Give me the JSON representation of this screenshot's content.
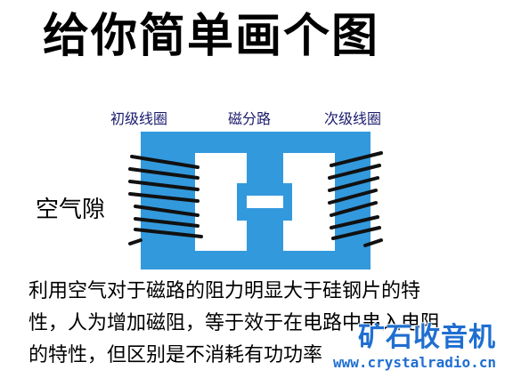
{
  "title": "给你简单画个图",
  "labels": {
    "primary_coil": "初级线圈",
    "magnetic_path": "磁分路",
    "secondary_coil": "次级线圈",
    "air_gap": "空气隙"
  },
  "description": [
    "利用空气对于磁路的阻力明显大于硅钢片的特",
    "性，人为增加磁阻，等于效于在电路中串入电阻",
    "的特性，但区别是不消耗有功功率"
  ],
  "watermark": {
    "brand": "矿石收音机",
    "url": "www.crystalradio.cn"
  },
  "colors": {
    "core": "#3399dd",
    "coil": "#111111",
    "watermark": "#1f6fd1"
  }
}
